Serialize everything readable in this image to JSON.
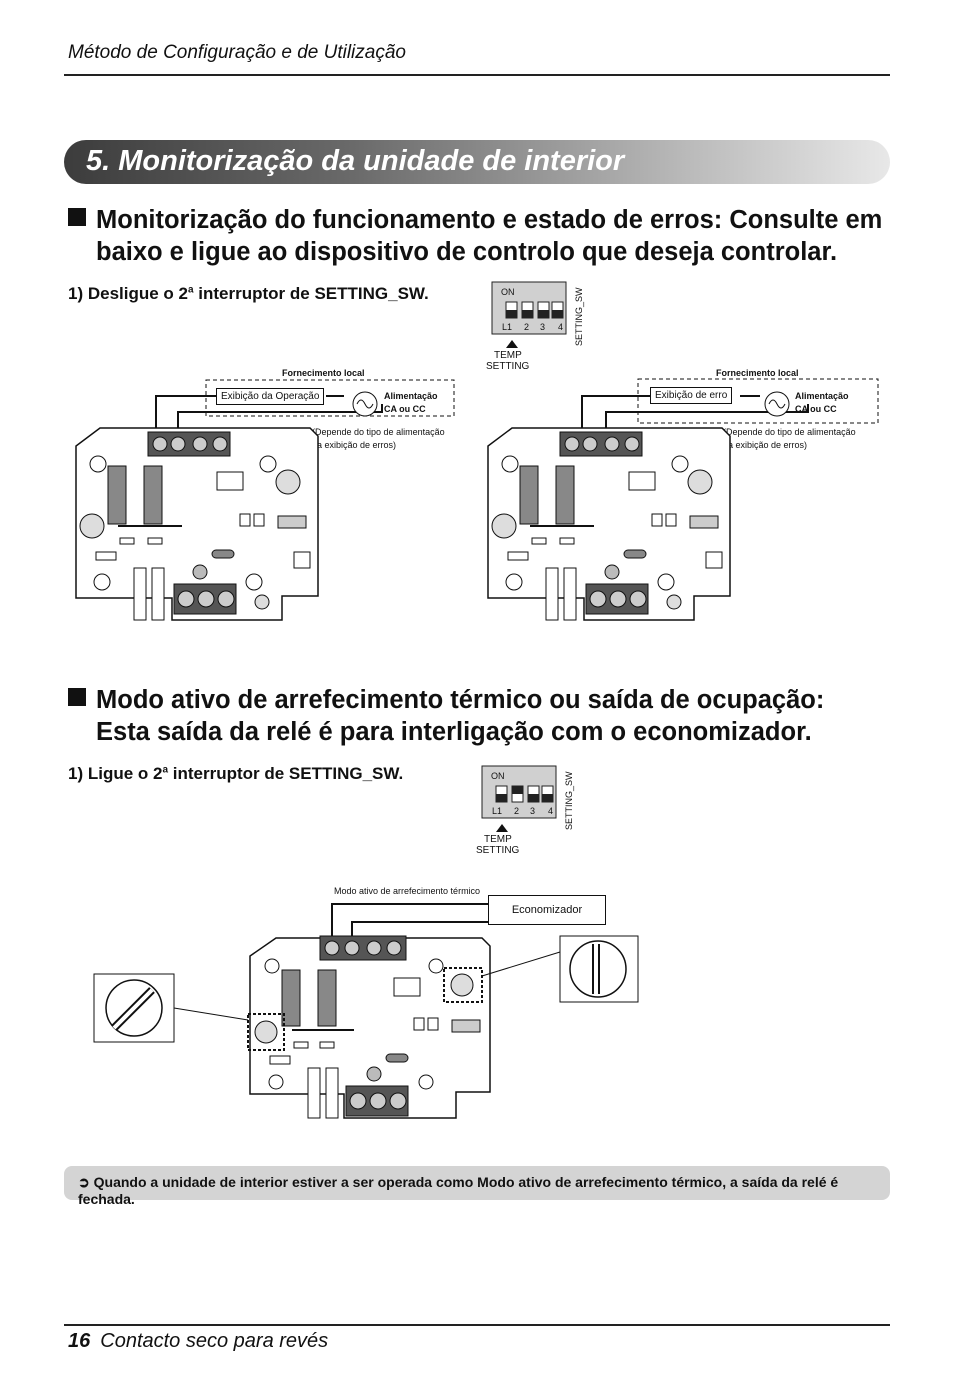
{
  "header": {
    "title": "Método de Configuração e de Utilização"
  },
  "banner": {
    "title": "5. Monitorização da unidade de interior"
  },
  "section1": {
    "heading_line1": "Monitorização do funcionamento e estado de erros: Consulte em",
    "heading_line2": "baixo e ligue ao dispositivo de controlo que deseja controlar.",
    "step_prefix": "1) Desligue o 2",
    "step_sup": "a",
    "step_suffix": " interruptor de SETTING_SW.",
    "switch": {
      "on": "ON",
      "labels": [
        "L1",
        "2",
        "3",
        "4"
      ],
      "side": "SETTING_SW",
      "temp": "TEMP",
      "setting": "SETTING"
    },
    "left_diagram": {
      "supply": "Fornecimento local",
      "box": "Exibição da Operação",
      "power1": "Alimentação",
      "power2": "CA ou CC",
      "note1": "(Depende do tipo de alimentação",
      "note2": "da exibição de erros)"
    },
    "right_diagram": {
      "supply": "Fornecimento local",
      "box": "Exibição de erro",
      "power1": "Alimentação",
      "power2": "CA ou CC",
      "note1": "(Depende do tipo de alimentação",
      "note2": "da exibição de erros)"
    }
  },
  "section2": {
    "heading_line1": "Modo ativo de arrefecimento térmico ou saída de ocupação:",
    "heading_line2": "Esta saída da relé é para interligação com o economizador.",
    "step_prefix": "1) Ligue o 2",
    "step_sup": "a",
    "step_suffix": " interruptor de SETTING_SW.",
    "switch": {
      "on": "ON",
      "labels": [
        "L1",
        "2",
        "3",
        "4"
      ],
      "side": "SETTING_SW",
      "temp": "TEMP",
      "setting": "SETTING"
    },
    "diagram": {
      "mode_label": "Modo ativo de arrefecimento térmico",
      "box": "Economizador"
    }
  },
  "note": {
    "arrow": "➲",
    "text": "Quando a unidade de interior estiver a ser operada como Modo ativo de arrefecimento térmico, a saída da relé é fechada."
  },
  "footer": {
    "page": "16",
    "title": "Contacto seco para revés"
  }
}
